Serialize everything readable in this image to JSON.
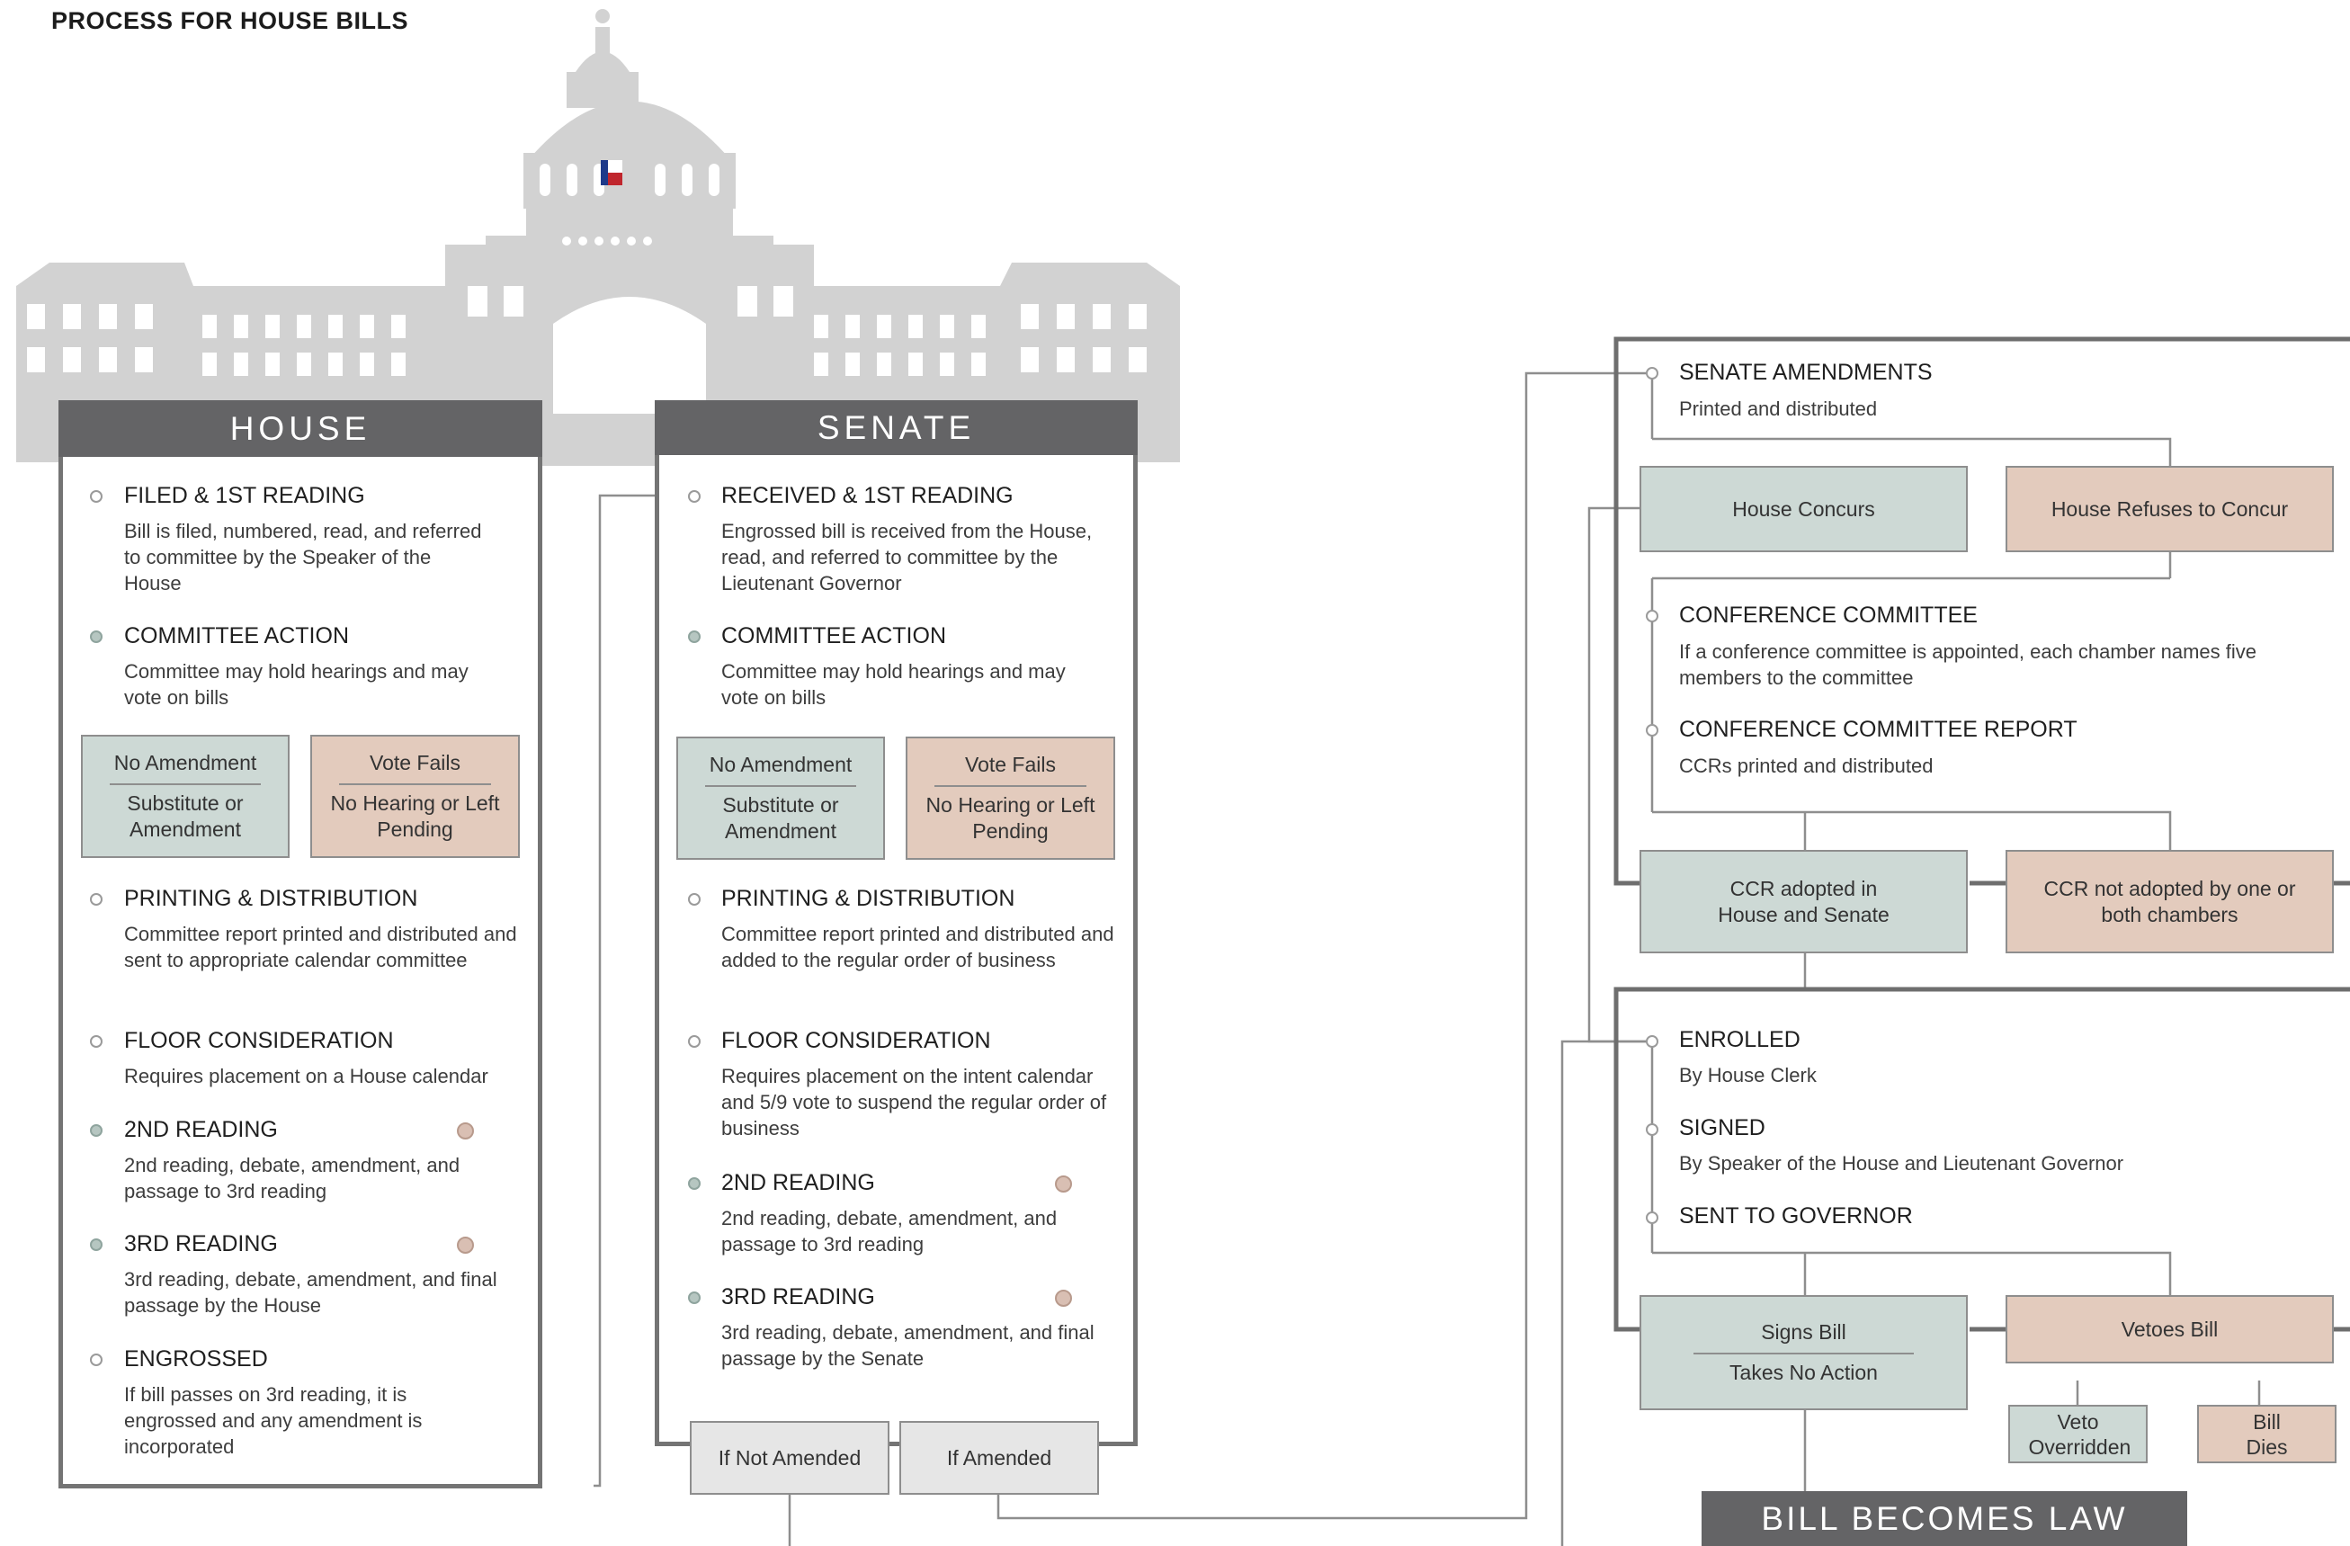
{
  "title": "PROCESS FOR HOUSE BILLS",
  "house": {
    "header": "HOUSE",
    "steps": [
      {
        "title": "FILED & 1ST READING",
        "desc": "Bill is filed, numbered, read, and referred to committee by the Speaker of the House"
      },
      {
        "title": "COMMITTEE ACTION",
        "desc": "Committee may hold hearings and may vote on bills"
      },
      {
        "title": "PRINTING & DISTRIBUTION",
        "desc": "Committee report printed and distributed and sent to appropriate calendar committee"
      },
      {
        "title": "FLOOR CONSIDERATION",
        "desc": "Requires placement on a House calendar"
      },
      {
        "title": "2ND READING",
        "desc": "2nd reading, debate, amendment, and passage to 3rd reading"
      },
      {
        "title": "3RD READING",
        "desc": "3rd reading, debate, amendment, and final passage by the House"
      },
      {
        "title": "ENGROSSED",
        "desc": "If bill passes on 3rd reading, it is engrossed and any amendment is incorporated"
      }
    ],
    "outcome_pass": {
      "top": "No Amendment",
      "bottom": "Substitute or Amendment"
    },
    "outcome_fail": {
      "top": "Vote Fails",
      "bottom": "No Hearing or Left Pending"
    }
  },
  "senate": {
    "header": "SENATE",
    "steps": [
      {
        "title": "RECEIVED & 1ST READING",
        "desc": "Engrossed bill is received from the House, read, and referred to committee by the Lieutenant Governor"
      },
      {
        "title": "COMMITTEE ACTION",
        "desc": "Committee may hold hearings and may vote on bills"
      },
      {
        "title": "PRINTING & DISTRIBUTION",
        "desc": "Committee report printed and distributed and added to the regular order of business"
      },
      {
        "title": "FLOOR CONSIDERATION",
        "desc": "Requires placement on the intent calendar and 5/9 vote to suspend the regular order of business"
      },
      {
        "title": "2ND READING",
        "desc": "2nd reading, debate, amendment, and passage to 3rd reading"
      },
      {
        "title": "3RD READING",
        "desc": "3rd reading, debate, amendment, and final passage by the Senate"
      }
    ],
    "outcome_pass": {
      "top": "No Amendment",
      "bottom": "Substitute or Amendment"
    },
    "outcome_fail": {
      "top": "Vote Fails",
      "bottom": "No Hearing or Left Pending"
    },
    "if_not_amended": "If Not Amended",
    "if_amended": "If Amended"
  },
  "final": {
    "senate_amendments": {
      "title": "SENATE AMENDMENTS",
      "desc": "Printed and distributed"
    },
    "house_concurs": "House Concurs",
    "house_refuses": "House Refuses to Concur",
    "conference_committee": {
      "title": "CONFERENCE COMMITTEE",
      "desc": "If a conference committee is appointed, each chamber names five members to the committee"
    },
    "conference_report": {
      "title": "CONFERENCE COMMITTEE REPORT",
      "desc": "CCRs printed and distributed"
    },
    "ccr_adopted": "CCR adopted in House and Senate",
    "ccr_not_adopted": "CCR not adopted by one or both chambers",
    "enrolled": {
      "title": "ENROLLED",
      "desc": "By House Clerk"
    },
    "signed": {
      "title": "SIGNED",
      "desc": "By Speaker of the House and Lieutenant Governor"
    },
    "sent": {
      "title": "SENT TO GOVERNOR"
    },
    "signs_bill": "Signs Bill",
    "no_action": "Takes No Action",
    "vetoes_bill": "Vetoes Bill",
    "veto_overridden": "Veto Overridden",
    "bill_dies": "Bill Dies",
    "becomes_law": "BILL BECOMES LAW"
  },
  "colors": {
    "header": "#646466",
    "panel_border": "#747474",
    "green_box": "#cdd9d5",
    "pink_box": "#e3cbbd",
    "grey_box": "#e6e6e6",
    "capitol": "#cfcfcf"
  }
}
